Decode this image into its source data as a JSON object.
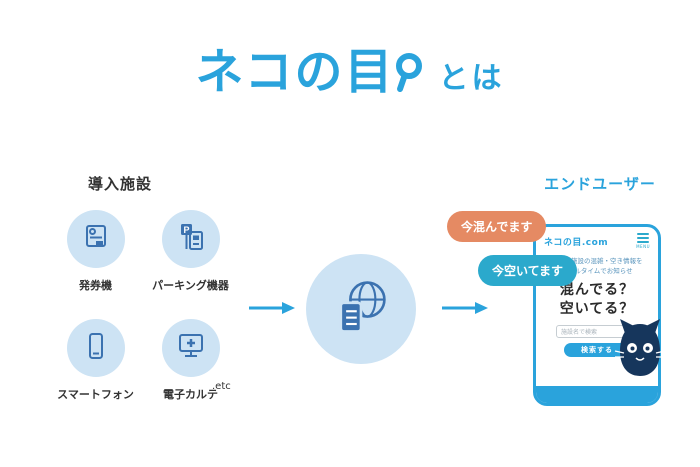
{
  "title": {
    "logo": "ネコの目",
    "suffix": "とは"
  },
  "facilities": {
    "heading": "導入施設",
    "items": [
      {
        "label": "発券機",
        "icon": "ticket-machine-icon"
      },
      {
        "label": "パーキング機器",
        "icon": "parking-machine-icon"
      },
      {
        "label": "スマートフォン",
        "icon": "smartphone-icon"
      },
      {
        "label": "電子カルテ",
        "icon": "medical-chart-icon"
      }
    ],
    "etc": ".etc"
  },
  "hub": {
    "icon": "server-globe-icon"
  },
  "endusers": {
    "heading": "エンドユーザー",
    "bubbles": [
      {
        "text": "今混んでます",
        "color": "#e58a63"
      },
      {
        "text": "今空いてます",
        "color": "#2ba9cc"
      }
    ],
    "phone": {
      "site_name": "ネコの目.com",
      "menu_label": "MENU",
      "description_line1": "お店や施設の混雑・空き情報を",
      "description_line2": "リアルタイムでお知らせ",
      "headline_line1": "混んでる？",
      "headline_line2": "空いてる？",
      "search_placeholder": "施設名で検索",
      "button_label": "検索する"
    }
  },
  "colors": {
    "brand_blue": "#2aa3dc",
    "icon_blue": "#3b72b0",
    "light_blue_circle": "#cde3f4",
    "bubble_orange": "#e58a63",
    "bubble_teal": "#2ba9cc",
    "mascot_navy": "#16365c"
  }
}
